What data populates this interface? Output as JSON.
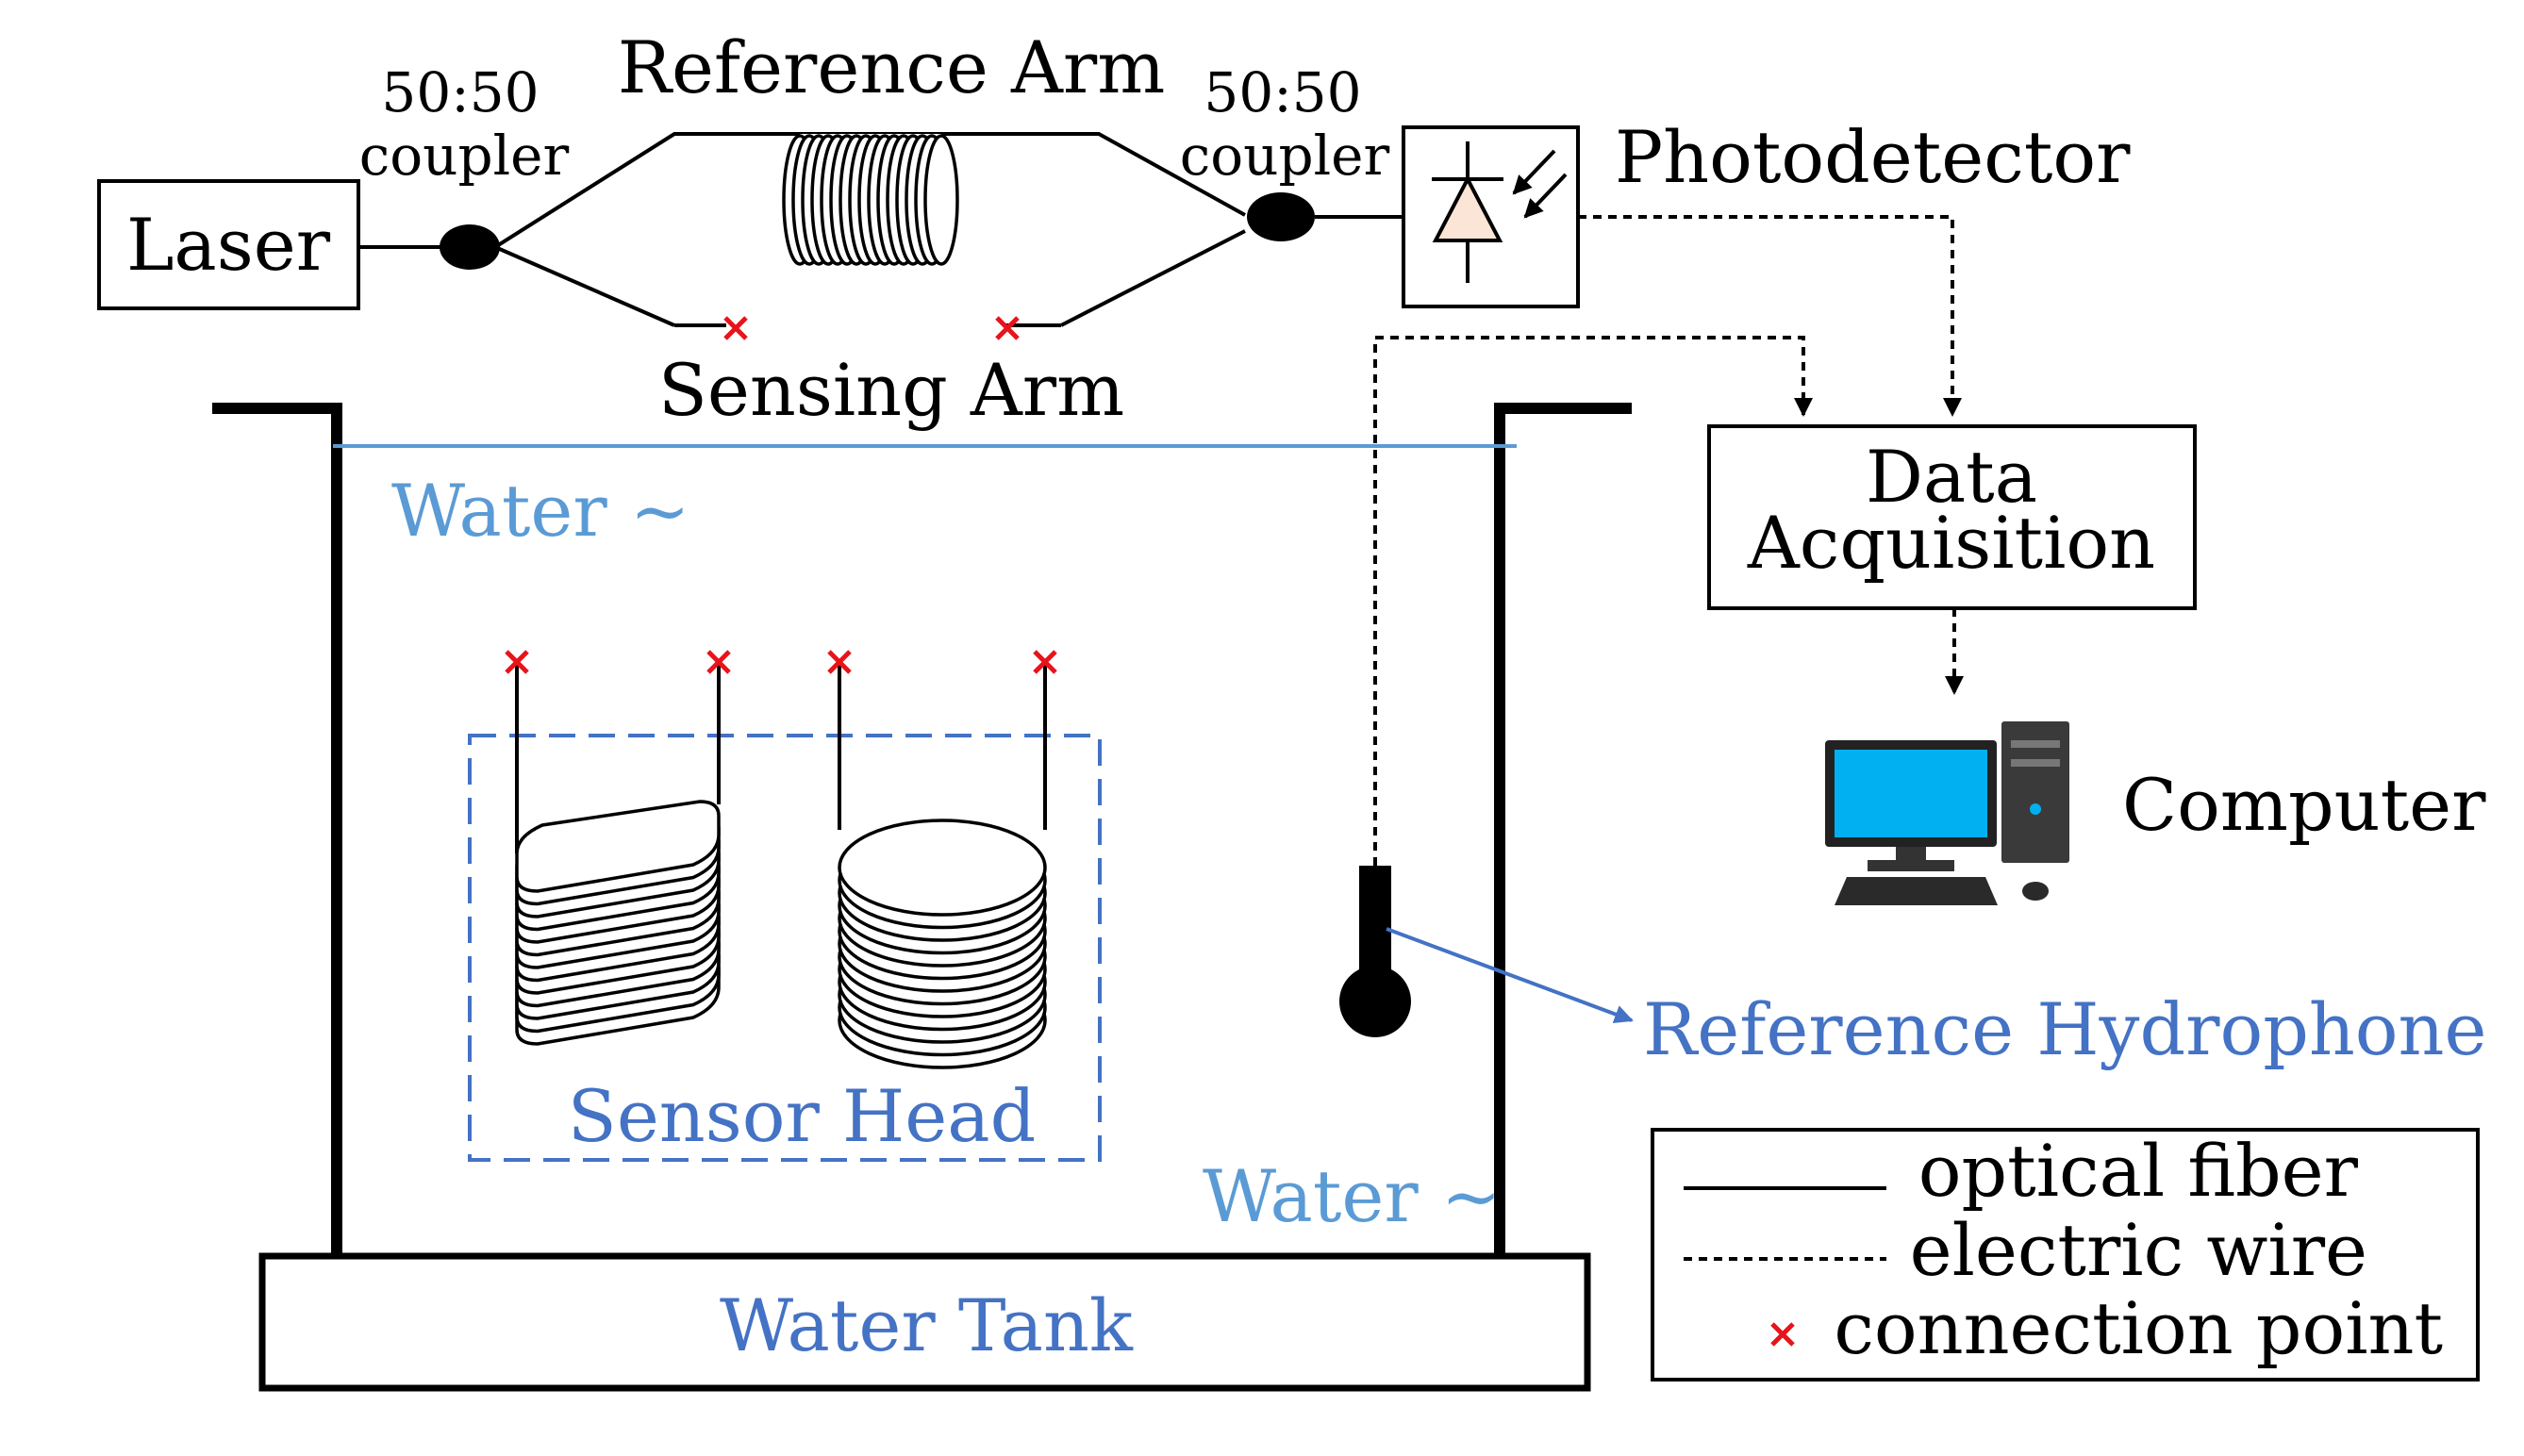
{
  "labels": {
    "laser": "Laser",
    "coupler_ratio": "50:50",
    "coupler": "coupler",
    "reference_arm": "Reference Arm",
    "sensing_arm": "Sensing Arm",
    "photodetector": "Photodetector",
    "data_acquisition_line1": "Data",
    "data_acquisition_line2": "Acquisition",
    "computer": "Computer",
    "water": "Water ~",
    "sensor_head": "Sensor Head",
    "reference_hydrophone": "Reference Hydrophone",
    "water_tank": "Water Tank"
  },
  "legend": {
    "optical_fiber": "optical fiber",
    "electric_wire": "electric wire",
    "connection_point": "connection point"
  },
  "colors": {
    "line": "#000000",
    "connection_point": "#e8141b",
    "water_line": "#5b9bd5",
    "label_blue": "#4472c4",
    "photodiode_fill": "#fbe5d6",
    "monitor_screen": "#00b0f0",
    "computer_body": "#3a3a3a"
  },
  "icons": {
    "coupler": "black-ellipse",
    "photodiode": "diode-icon",
    "computer": "desktop-computer-icon",
    "hydrophone": "hydrophone-icon",
    "connection_point": "x-mark"
  }
}
